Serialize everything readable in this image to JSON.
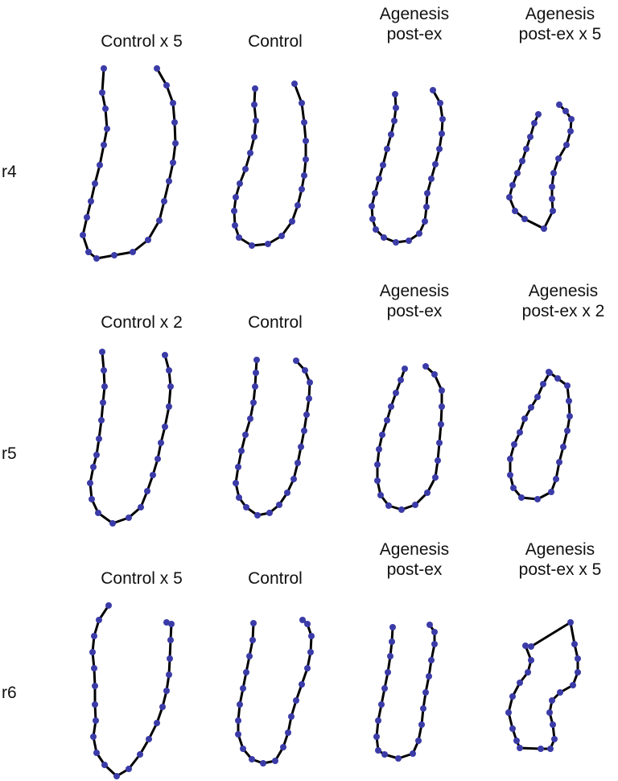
{
  "colors": {
    "curve": "#000000",
    "marker": "#3b3ba8",
    "text": "#111111"
  },
  "rows": [
    {
      "label": "r4",
      "panels": [
        {
          "title": [
            "Control x 5"
          ]
        },
        {
          "title": [
            "Control"
          ]
        },
        {
          "title": [
            "Agenesis",
            "post-ex"
          ]
        },
        {
          "title": [
            "Agenesis",
            "post-ex x 5"
          ]
        }
      ]
    },
    {
      "label": "r5",
      "panels": [
        {
          "title": [
            "Control x 2"
          ]
        },
        {
          "title": [
            "Control"
          ]
        },
        {
          "title": [
            "Agenesis",
            "post-ex"
          ]
        },
        {
          "title": [
            "Agenesis",
            "post-ex x 2"
          ]
        }
      ]
    },
    {
      "label": "r6",
      "panels": [
        {
          "title": [
            "Control x 5"
          ]
        },
        {
          "title": [
            "Control"
          ]
        },
        {
          "title": [
            "Agenesis",
            "post-ex"
          ]
        },
        {
          "title": [
            "Agenesis",
            "post-ex x 5"
          ]
        }
      ]
    }
  ]
}
